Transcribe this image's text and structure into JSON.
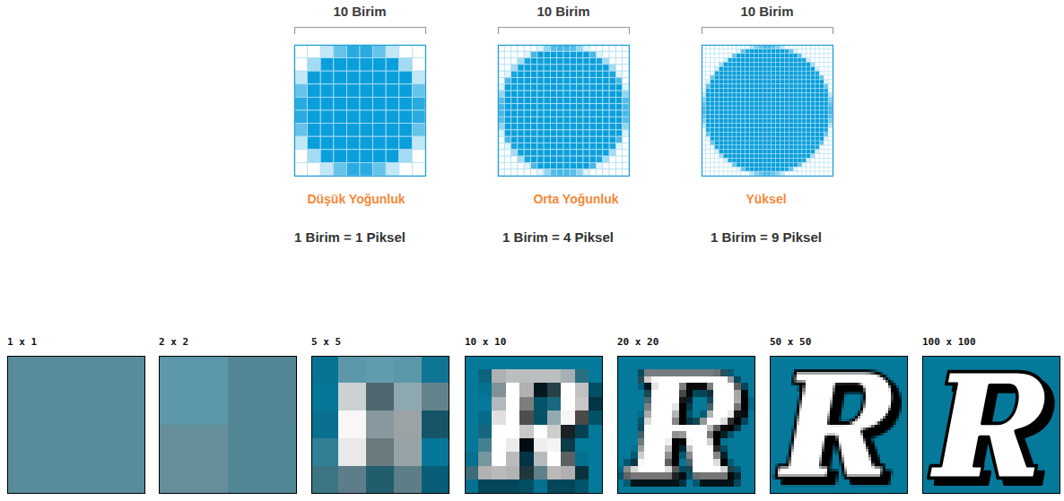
{
  "diagram": {
    "labels": [
      "10 Birim",
      "10 Birim",
      "10 Birim",
      "Düşük Yoğunluk",
      "Orta Yoğunluk",
      "Yüksel",
      "1 Birim = 1 Piksel",
      "1 Birim = 4 Piksel",
      "1 Birim = 9 Piksel",
      "1 x 1",
      "2 x 2",
      "5 x 5",
      "10 x 10",
      "20 x 20",
      "50 x 50",
      "100 x 100"
    ]
  }
}
